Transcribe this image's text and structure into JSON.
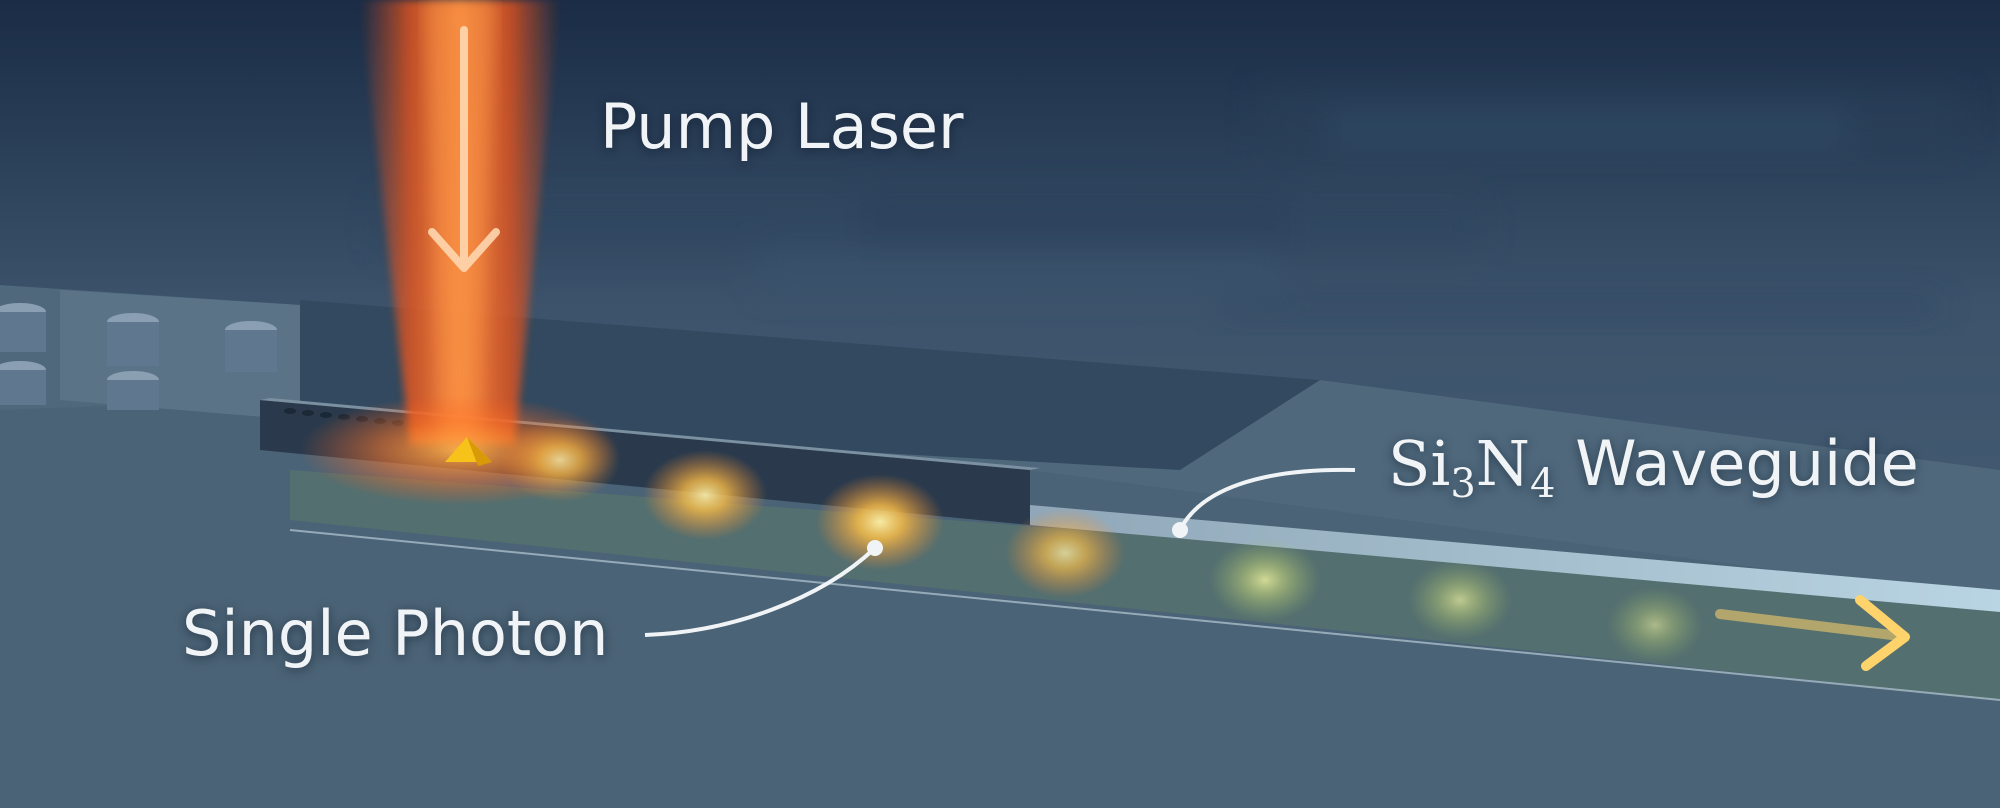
{
  "labels": {
    "pump_laser": "Pump Laser",
    "single_photon": "Single Photon",
    "waveguide": {
      "element1": "Si",
      "sub1": "3",
      "element2": "N",
      "sub2": "4",
      "word": "Waveguide"
    }
  },
  "colors": {
    "background": "#3e566c",
    "laser": "#f0642a",
    "photon_glow": "#ffc04a",
    "arrow": "#ffd36b",
    "text": "#f1f4f6"
  }
}
